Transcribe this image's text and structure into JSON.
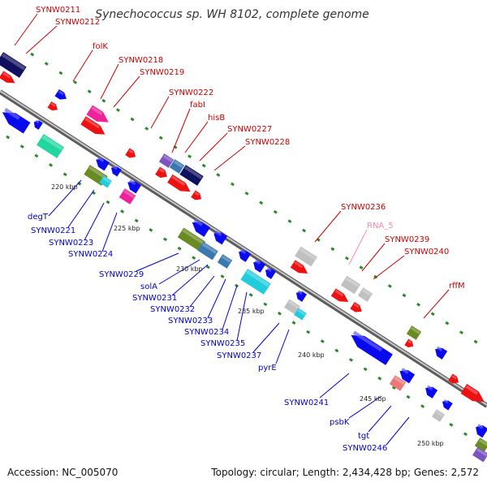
{
  "title": "Synechococcus sp. WH 8102, complete genome",
  "footer": {
    "accession": "Accession: NC_005070",
    "summary": "Topology: circular; Length: 2,434,428 bp; Genes: 2,572"
  },
  "colors": {
    "backbone": "#808080",
    "tick": "#2a8a2a",
    "label_forward": "#cc0000",
    "label_reverse": "#0000cc",
    "label_rna": "#ff88aa"
  },
  "kbp_labels": [
    "220 kbp",
    "225 kbp",
    "230 kbp",
    "235 kbp",
    "240 kbp",
    "245 kbp",
    "250 kbp"
  ],
  "forward_labels": [
    "SYNW0211",
    "SYNW0212",
    "folK",
    "SYNW0218",
    "SYNW0219",
    "SYNW0222",
    "fabI",
    "hisB",
    "SYNW0227",
    "SYNW0228",
    "SYNW0236",
    "RNA_5",
    "SYNW0239",
    "SYNW0240",
    "rffM"
  ],
  "reverse_labels": [
    "degT",
    "SYNW0221",
    "SYNW0223",
    "SYNW0224",
    "SYNW0229",
    "solA",
    "SYNW0231",
    "SYNW0232",
    "SYNW0233",
    "SYNW0234",
    "SYNW0235",
    "SYNW0237",
    "pyrE",
    "SYNW0241",
    "psbK",
    "tgt",
    "SYNW0246"
  ]
}
